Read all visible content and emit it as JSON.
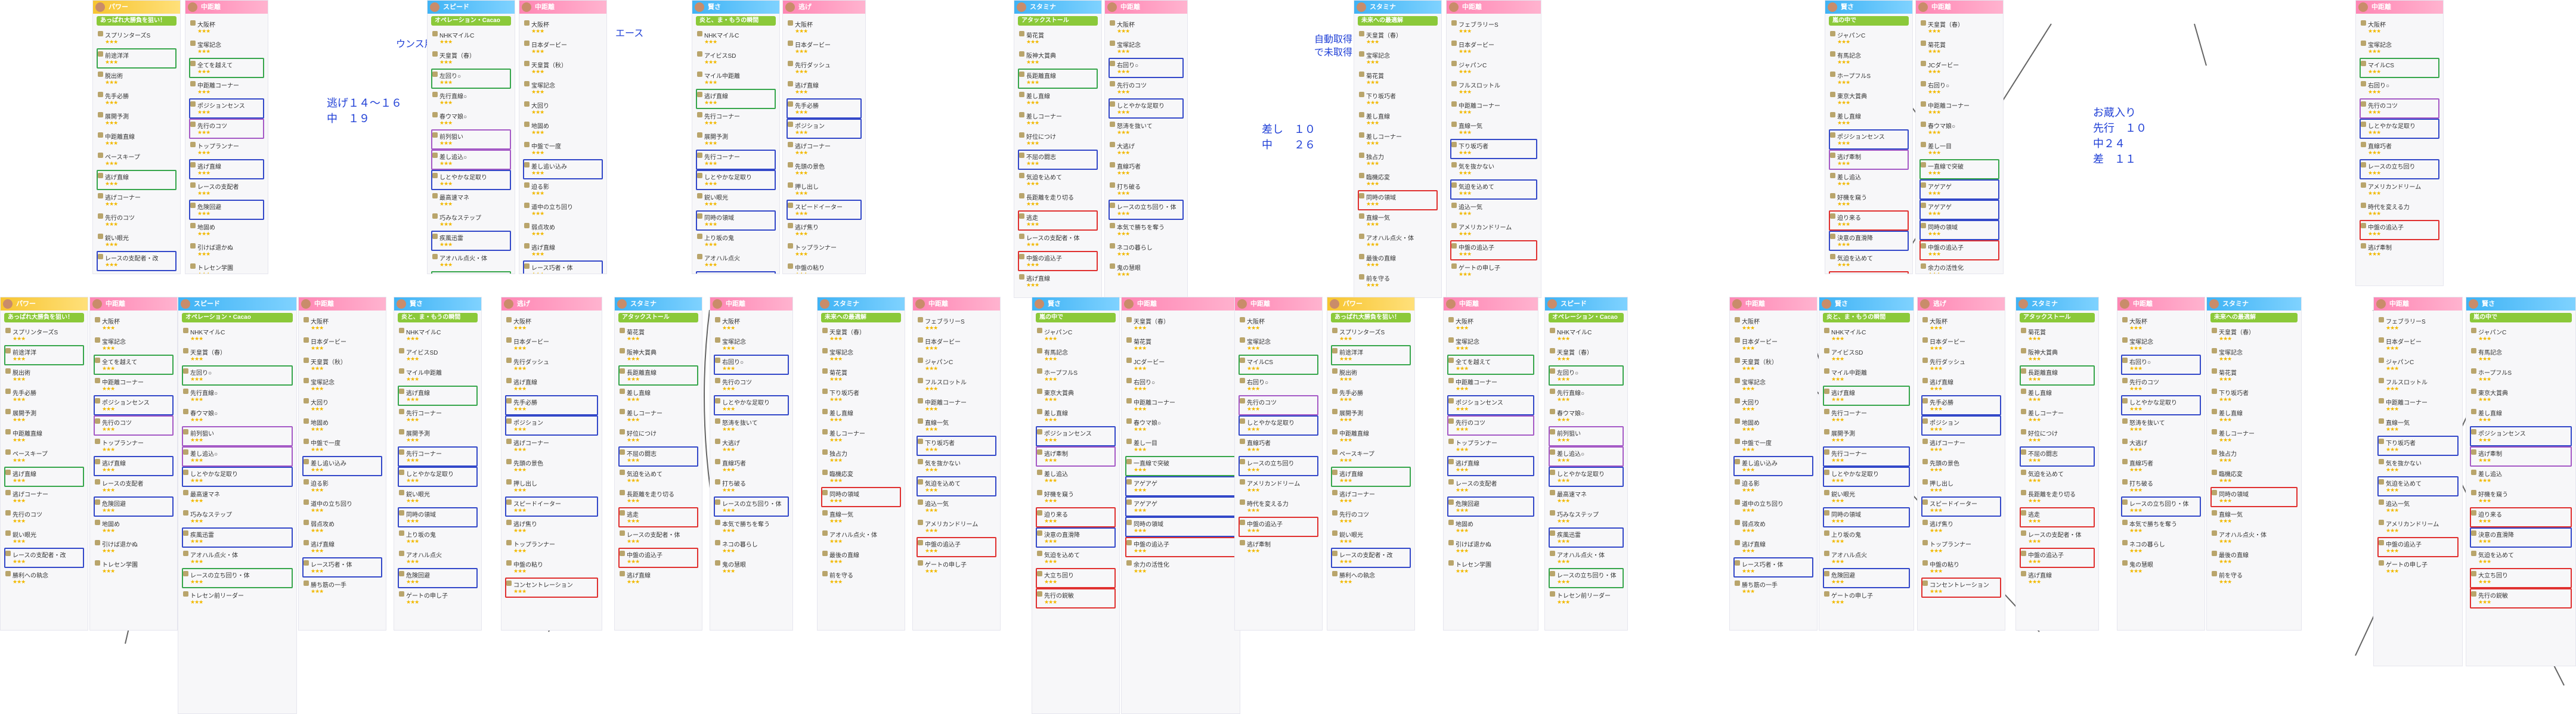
{
  "notes": [
    {
      "id": "note-1",
      "text": "逃げ１４～１６\n中　１９"
    },
    {
      "id": "note-2",
      "text": "ウンス用"
    },
    {
      "id": "note-3",
      "text": "エース"
    },
    {
      "id": "note-4",
      "text": "差し　１０\n中　　２６"
    },
    {
      "id": "note-5",
      "text": "自動取得\nで未取得"
    },
    {
      "id": "note-6",
      "text": "お蔵入り\n先行　１０\n中２４\n差　１１"
    }
  ],
  "cards": [
    {
      "id": "c1",
      "header": "パワー",
      "color": "yellow",
      "subtitle": "あっぱれ大勝負を狙い！",
      "rows": [
        {
          "label": "スプリンターズS",
          "mark": ""
        },
        {
          "label": "前途洋洋",
          "mark": "g"
        },
        {
          "label": "脱出術",
          "mark": ""
        },
        {
          "label": "先手必勝",
          "mark": ""
        },
        {
          "label": "展開予測",
          "mark": ""
        },
        {
          "label": "中距離直線",
          "mark": ""
        },
        {
          "label": "ペースキープ",
          "mark": ""
        },
        {
          "label": "逃げ直線",
          "mark": "g"
        },
        {
          "label": "逃げコーナー",
          "mark": ""
        },
        {
          "label": "先行のコツ",
          "mark": ""
        },
        {
          "label": "鋭い眼光",
          "mark": ""
        },
        {
          "label": "レースの支配者・改",
          "mark": "b"
        },
        {
          "label": "勝利への執念",
          "mark": ""
        }
      ]
    },
    {
      "id": "c2",
      "header": "中距離",
      "color": "pink",
      "subtitle": "",
      "rows": [
        {
          "label": "大阪杯",
          "mark": ""
        },
        {
          "label": "宝塚記念",
          "mark": ""
        },
        {
          "label": "全てを越えて",
          "mark": "g"
        },
        {
          "label": "中距離コーナー",
          "mark": ""
        },
        {
          "label": "ポジションセンス",
          "mark": "b"
        },
        {
          "label": "先行のコツ",
          "mark": "p"
        },
        {
          "label": "トップランナー",
          "mark": ""
        },
        {
          "label": "逃げ直線",
          "mark": "b"
        },
        {
          "label": "レースの支配者",
          "mark": ""
        },
        {
          "label": "危険回避",
          "mark": "b"
        },
        {
          "label": "地固め",
          "mark": ""
        },
        {
          "label": "引けば退かぬ",
          "mark": ""
        },
        {
          "label": "トレセン学園",
          "mark": ""
        }
      ]
    },
    {
      "id": "c3",
      "header": "スピード",
      "color": "blue",
      "subtitle": "オペレーション・Cacao",
      "rows": [
        {
          "label": "NHKマイルC",
          "mark": ""
        },
        {
          "label": "天皇賞（春）",
          "mark": ""
        },
        {
          "label": "左回り○",
          "mark": "g"
        },
        {
          "label": "先行直線○",
          "mark": ""
        },
        {
          "label": "春ウマ娘○",
          "mark": ""
        },
        {
          "label": "前列狙い",
          "mark": "p"
        },
        {
          "label": "差し追込○",
          "mark": "p"
        },
        {
          "label": "しとやかな足取り",
          "mark": "b"
        },
        {
          "label": "最高速マネ",
          "mark": ""
        },
        {
          "label": "巧みなステップ",
          "mark": ""
        },
        {
          "label": "疾風迅雷",
          "mark": "b"
        },
        {
          "label": "アオハル点火・体",
          "mark": ""
        },
        {
          "label": "レースの立ち回り・体",
          "mark": "g"
        },
        {
          "label": "トレセン前リーダー",
          "mark": ""
        }
      ]
    },
    {
      "id": "c4",
      "header": "中距離",
      "color": "pink",
      "subtitle": "",
      "rows": [
        {
          "label": "大阪杯",
          "mark": ""
        },
        {
          "label": "日本ダービー",
          "mark": ""
        },
        {
          "label": "天皇賞（秋）",
          "mark": ""
        },
        {
          "label": "宝塚記念",
          "mark": ""
        },
        {
          "label": "大回り",
          "mark": ""
        },
        {
          "label": "地固め",
          "mark": ""
        },
        {
          "label": "中盤で一度",
          "mark": ""
        },
        {
          "label": "差し追い込み",
          "mark": "b"
        },
        {
          "label": "迫る影",
          "mark": ""
        },
        {
          "label": "道中の立ち回り",
          "mark": ""
        },
        {
          "label": "弱点攻め",
          "mark": ""
        },
        {
          "label": "逃げ直線",
          "mark": ""
        },
        {
          "label": "レース巧者・体",
          "mark": "b"
        },
        {
          "label": "勝ち筋の一手",
          "mark": ""
        }
      ]
    },
    {
      "id": "c5",
      "header": "賢さ",
      "color": "blue",
      "subtitle": "炎と、ま・もうの瞬間",
      "rows": [
        {
          "label": "NHKマイルC",
          "mark": ""
        },
        {
          "label": "アイビスSD",
          "mark": ""
        },
        {
          "label": "マイル中距離",
          "mark": ""
        },
        {
          "label": "逃げ直線",
          "mark": "g"
        },
        {
          "label": "先行コーナー",
          "mark": ""
        },
        {
          "label": "展開予測",
          "mark": ""
        },
        {
          "label": "先行コーナー",
          "mark": "b"
        },
        {
          "label": "しとやかな足取り",
          "mark": "b"
        },
        {
          "label": "鋭い眼光",
          "mark": ""
        },
        {
          "label": "同時の領域",
          "mark": "b"
        },
        {
          "label": "上り坂の鬼",
          "mark": ""
        },
        {
          "label": "アオハル点火",
          "mark": ""
        },
        {
          "label": "危険回避",
          "mark": "b"
        },
        {
          "label": "ゲートの申し子",
          "mark": ""
        }
      ]
    },
    {
      "id": "c6",
      "header": "逃げ",
      "color": "pink",
      "subtitle": "",
      "rows": [
        {
          "label": "大阪杯",
          "mark": ""
        },
        {
          "label": "日本ダービー",
          "mark": ""
        },
        {
          "label": "先行ダッシュ",
          "mark": ""
        },
        {
          "label": "逃げ直線",
          "mark": ""
        },
        {
          "label": "先手必勝",
          "mark": "b"
        },
        {
          "label": "ポジション",
          "mark": "b"
        },
        {
          "label": "逃げコーナー",
          "mark": ""
        },
        {
          "label": "先頭の景色",
          "mark": ""
        },
        {
          "label": "押し出し",
          "mark": ""
        },
        {
          "label": "スピードイーター",
          "mark": "b"
        },
        {
          "label": "逃げ焦り",
          "mark": ""
        },
        {
          "label": "トップランナー",
          "mark": ""
        },
        {
          "label": "中盤の粘り",
          "mark": ""
        },
        {
          "label": "コンセントレーション",
          "mark": "r"
        }
      ]
    },
    {
      "id": "c7",
      "header": "スタミナ",
      "color": "blue",
      "subtitle": "アタックストール",
      "rows": [
        {
          "label": "菊花賞",
          "mark": ""
        },
        {
          "label": "阪神大賞典",
          "mark": ""
        },
        {
          "label": "長距離直線",
          "mark": "g"
        },
        {
          "label": "差し直線",
          "mark": ""
        },
        {
          "label": "差しコーナー",
          "mark": ""
        },
        {
          "label": "好位につけ",
          "mark": ""
        },
        {
          "label": "不屈の闘志",
          "mark": "b"
        },
        {
          "label": "気迫を込めて",
          "mark": ""
        },
        {
          "label": "長距離を走り切る",
          "mark": ""
        },
        {
          "label": "逃走",
          "mark": "r"
        },
        {
          "label": "レースの支配者・体",
          "mark": ""
        },
        {
          "label": "中盤の追込子",
          "mark": "r"
        },
        {
          "label": "逃げ直線",
          "mark": ""
        }
      ]
    },
    {
      "id": "c8",
      "header": "中距離",
      "color": "pink",
      "subtitle": "",
      "rows": [
        {
          "label": "大阪杯",
          "mark": ""
        },
        {
          "label": "宝塚記念",
          "mark": ""
        },
        {
          "label": "右回り○",
          "mark": "b"
        },
        {
          "label": "先行のコツ",
          "mark": ""
        },
        {
          "label": "しとやかな足取り",
          "mark": "b"
        },
        {
          "label": "怒涛を抜いて",
          "mark": ""
        },
        {
          "label": "大逃げ",
          "mark": ""
        },
        {
          "label": "直線巧者",
          "mark": ""
        },
        {
          "label": "打ち破る",
          "mark": ""
        },
        {
          "label": "レースの立ち回り・体",
          "mark": "b"
        },
        {
          "label": "本気で勝ちを奪う",
          "mark": ""
        },
        {
          "label": "ネコの暮らし",
          "mark": ""
        },
        {
          "label": "鬼の慧眼",
          "mark": ""
        }
      ]
    },
    {
      "id": "c9",
      "header": "スタミナ",
      "color": "blue",
      "subtitle": "未来への最適解",
      "rows": [
        {
          "label": "天皇賞（春）",
          "mark": ""
        },
        {
          "label": "宝塚記念",
          "mark": ""
        },
        {
          "label": "菊花賞",
          "mark": ""
        },
        {
          "label": "下り坂巧者",
          "mark": ""
        },
        {
          "label": "差し直線",
          "mark": ""
        },
        {
          "label": "差しコーナー",
          "mark": ""
        },
        {
          "label": "独占力",
          "mark": ""
        },
        {
          "label": "臨機応変",
          "mark": ""
        },
        {
          "label": "同時の領域",
          "mark": "r"
        },
        {
          "label": "直線一気",
          "mark": ""
        },
        {
          "label": "アオハル点火・体",
          "mark": ""
        },
        {
          "label": "最後の直線",
          "mark": ""
        },
        {
          "label": "前を守る",
          "mark": ""
        }
      ]
    },
    {
      "id": "c10",
      "header": "中距離",
      "color": "pink",
      "subtitle": "",
      "rows": [
        {
          "label": "フェブラリーS",
          "mark": ""
        },
        {
          "label": "日本ダービー",
          "mark": ""
        },
        {
          "label": "ジャパンC",
          "mark": ""
        },
        {
          "label": "フルスロットル",
          "mark": ""
        },
        {
          "label": "中距離コーナー",
          "mark": ""
        },
        {
          "label": "直線一気",
          "mark": ""
        },
        {
          "label": "下り坂巧者",
          "mark": "b"
        },
        {
          "label": "気を抜かない",
          "mark": ""
        },
        {
          "label": "気迫を込めて",
          "mark": "b"
        },
        {
          "label": "追込一気",
          "mark": ""
        },
        {
          "label": "アメリカンドリーム",
          "mark": ""
        },
        {
          "label": "中盤の追込子",
          "mark": "r"
        },
        {
          "label": "ゲートの申し子",
          "mark": ""
        }
      ]
    },
    {
      "id": "c11",
      "header": "賢さ",
      "color": "blue",
      "subtitle": "嵐の中で",
      "rows": [
        {
          "label": "ジャパンC",
          "mark": ""
        },
        {
          "label": "有馬記念",
          "mark": ""
        },
        {
          "label": "ホープフルS",
          "mark": ""
        },
        {
          "label": "東京大賞典",
          "mark": ""
        },
        {
          "label": "差し直線",
          "mark": ""
        },
        {
          "label": "ポジションセンス",
          "mark": "b"
        },
        {
          "label": "逃げ牽制",
          "mark": "p"
        },
        {
          "label": "差し追込",
          "mark": ""
        },
        {
          "label": "好機を窺う",
          "mark": ""
        },
        {
          "label": "迫り来る",
          "mark": "r"
        },
        {
          "label": "決意の直滑降",
          "mark": "b"
        },
        {
          "label": "気迫を込めて",
          "mark": ""
        },
        {
          "label": "大立ち回り",
          "mark": "r"
        },
        {
          "label": "先行の鋭敏",
          "mark": "r"
        }
      ]
    },
    {
      "id": "c12",
      "header": "中距離",
      "color": "pink",
      "subtitle": "",
      "rows": [
        {
          "label": "天皇賞（春）",
          "mark": ""
        },
        {
          "label": "菊花賞",
          "mark": ""
        },
        {
          "label": "JCダービー",
          "mark": ""
        },
        {
          "label": "右回り○",
          "mark": ""
        },
        {
          "label": "中距離コーナー",
          "mark": ""
        },
        {
          "label": "春ウマ娘○",
          "mark": ""
        },
        {
          "label": "差し一目",
          "mark": ""
        },
        {
          "label": "一直線で突破",
          "mark": "g"
        },
        {
          "label": "アゲアゲ",
          "mark": "b"
        },
        {
          "label": "アゲアゲ",
          "mark": "b"
        },
        {
          "label": "同時の領域",
          "mark": "b"
        },
        {
          "label": "中盤の追込子",
          "mark": "r"
        },
        {
          "label": "余力の活性化",
          "mark": ""
        }
      ]
    },
    {
      "id": "c13",
      "header": "中距離",
      "color": "pink",
      "subtitle": "",
      "rows": [
        {
          "label": "大阪杯",
          "mark": ""
        },
        {
          "label": "宝塚記念",
          "mark": ""
        },
        {
          "label": "マイルCS",
          "mark": "g"
        },
        {
          "label": "右回り○",
          "mark": ""
        },
        {
          "label": "先行のコツ",
          "mark": "p"
        },
        {
          "label": "しとやかな足取り",
          "mark": "b"
        },
        {
          "label": "直線巧者",
          "mark": ""
        },
        {
          "label": "レースの立ち回り",
          "mark": "b"
        },
        {
          "label": "アメリカンドリーム",
          "mark": ""
        },
        {
          "label": "時代を変える力",
          "mark": ""
        },
        {
          "label": "中盤の追込子",
          "mark": "r"
        },
        {
          "label": "逃げ牽制",
          "mark": ""
        }
      ]
    }
  ]
}
